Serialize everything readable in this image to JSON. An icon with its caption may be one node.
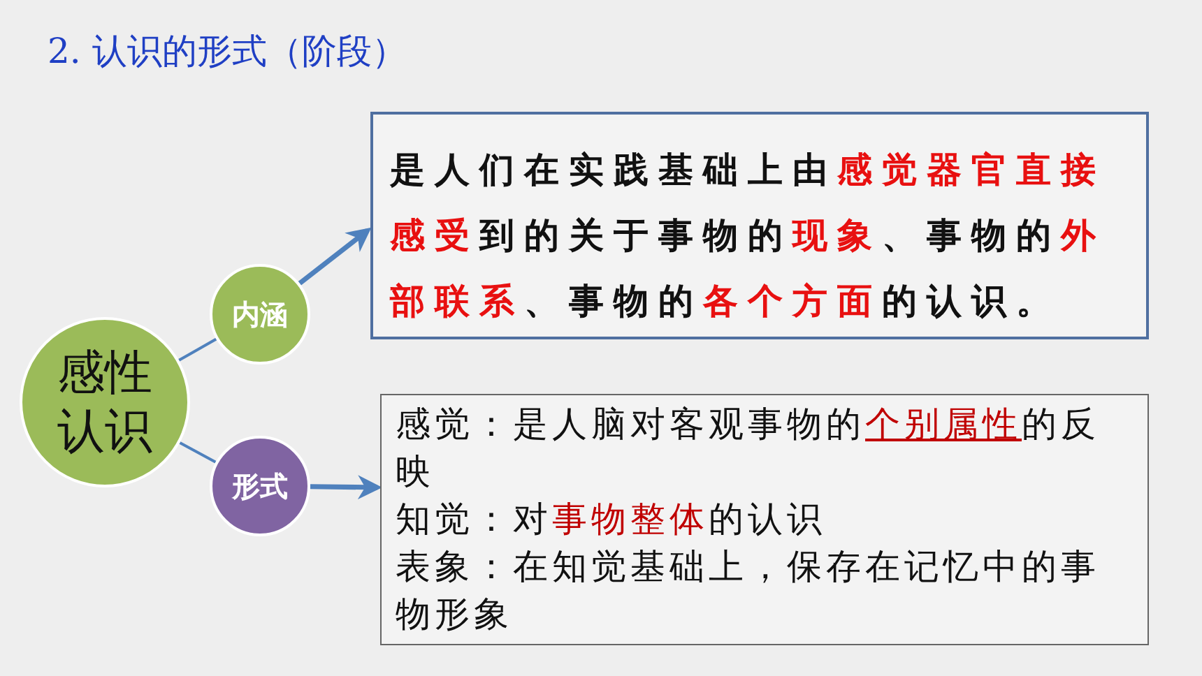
{
  "diagram": {
    "title": "2. 认识的形式（阶段）",
    "nodes": [
      {
        "text": [
          "感性认识"
        ]
      },
      {
        "text": [
          "内涵"
        ]
      },
      {
        "text": [
          "形式"
        ]
      },
      {
        "text": [
          "是人们在实践基础上由**感觉器官直接感受**到的关于事物的**现象**、事物的**外部联系**、事物的**各个方面**的认识。"
        ]
      },
      {
        "text": [
          "感觉：是人脑对客观事物的**个别属性**的反映",
          "知觉：对**事物整体**的认识",
          "表象：在知觉基础上，保存在记忆中的事物形象"
        ]
      }
    ],
    "edges": [
      {
        "from": 0,
        "to": 1,
        "arrow": "none"
      },
      {
        "from": 0,
        "to": 2,
        "arrow": "none"
      },
      {
        "from": 1,
        "to": 3,
        "arrow": "to"
      },
      {
        "from": 2,
        "to": 4,
        "arrow": "to"
      }
    ]
  }
}
